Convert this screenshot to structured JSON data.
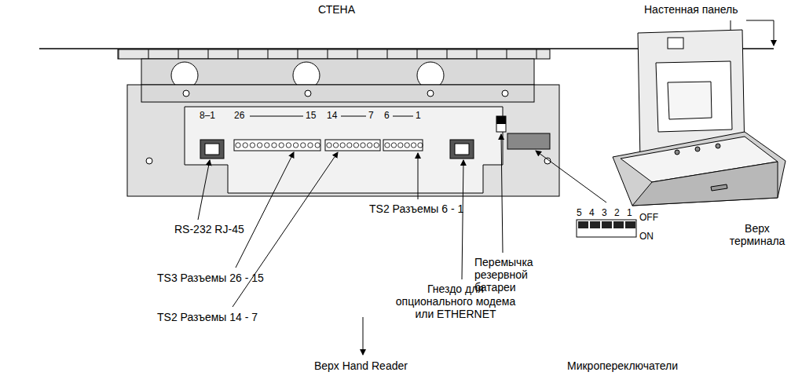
{
  "diagram": {
    "labels": [
      "СТЕНА",
      "Настенная панель",
      "8–1",
      "26",
      "15",
      "14",
      "7",
      "6",
      "1",
      "RS-232 RJ-45",
      "TS2 Разъемы 6 - 1",
      "Перемычка резервной батареи",
      "Верх терминала",
      "TS3 Разъемы 26 - 15",
      "Гнездо для опционального модема или ETHERNET",
      "TS2 Разъемы 14 - 7",
      "5 4 3 2 1",
      "OFF",
      "ON",
      "Верх Hand Reader",
      "Микропереключатели"
    ]
  }
}
